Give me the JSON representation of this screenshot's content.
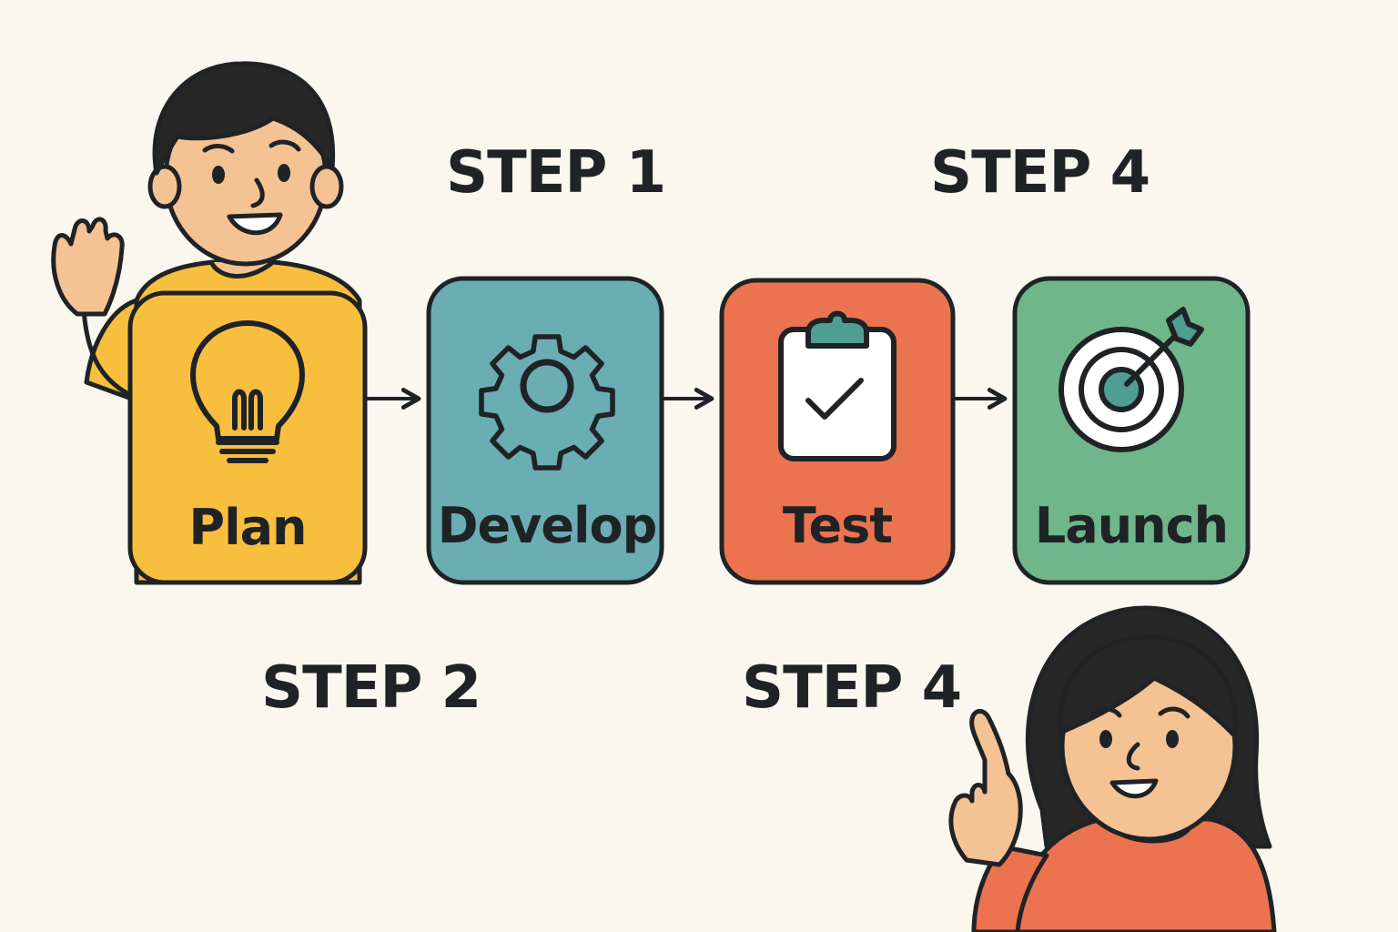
{
  "step_labels": {
    "top_left": "STEP 1",
    "top_right": "STEP 4",
    "bottom_left": "STEP 2",
    "bottom_right": "STEP 4"
  },
  "stages": [
    {
      "label": "Plan",
      "color": "#f8bf3e",
      "icon": "lightbulb-icon"
    },
    {
      "label": "Develop",
      "color": "#6aadb3",
      "icon": "gear-icon"
    },
    {
      "label": "Test",
      "color": "#ec7350",
      "icon": "clipboard-check-icon"
    },
    {
      "label": "Launch",
      "color": "#6fb78a",
      "icon": "target-icon"
    }
  ],
  "colors": {
    "background": "#faf7ef",
    "outline": "#1f2326",
    "skin": "#f5c294",
    "hair": "#262626",
    "man_shirt": "#f8bf3e",
    "woman_shirt": "#ec7350"
  }
}
